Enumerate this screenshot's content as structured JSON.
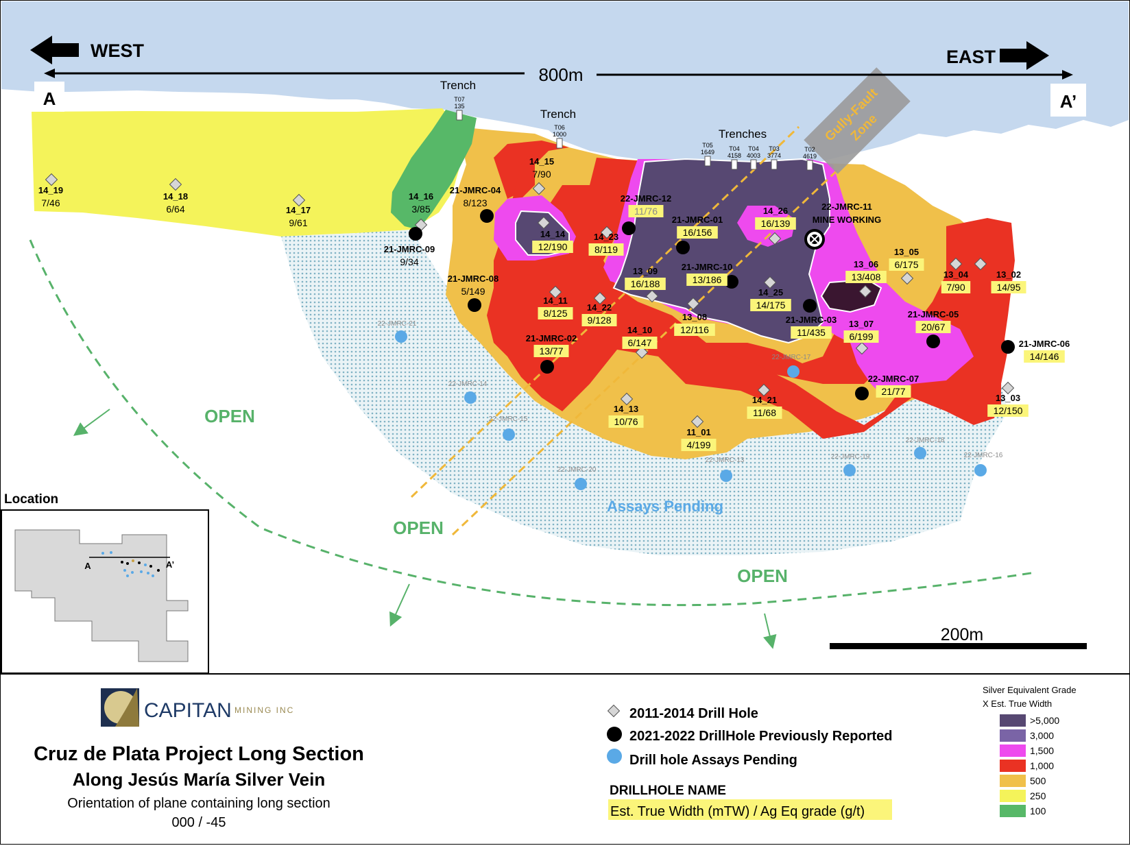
{
  "section": {
    "west_label": "WEST",
    "east_label": "EAST",
    "length_label": "800m",
    "point_a": "A",
    "point_a_prime": "A’",
    "trench_1": "Trench",
    "trench_2": "Trench",
    "trenches": "Trenches",
    "fault_zone_line1": "Gully-Fault",
    "fault_zone_line2": "Zone",
    "mine_working": "MINE WORKING",
    "open_labels": [
      "OPEN",
      "OPEN",
      "OPEN"
    ],
    "assays_pending": "Assays Pending",
    "scale_label": "200m",
    "location_label": "Location",
    "inset_a": "A",
    "inset_a_prime": "A’"
  },
  "trench_markers": [
    {
      "id": "T07",
      "value": "135"
    },
    {
      "id": "T06",
      "value": "1000"
    },
    {
      "id": "T05",
      "value": "1649"
    },
    {
      "id": "T04",
      "value": "4158"
    },
    {
      "id": "T04",
      "value": "4003"
    },
    {
      "id": "T03",
      "value": "3774"
    },
    {
      "id": "T02",
      "value": "4619"
    }
  ],
  "drill_holes_2011_2014": [
    {
      "name": "14_19",
      "value": "7/46"
    },
    {
      "name": "14_18",
      "value": "6/64"
    },
    {
      "name": "14_17",
      "value": "9/61"
    },
    {
      "name": "14_16",
      "value": "3/85"
    },
    {
      "name": "14_15",
      "value": "7/90"
    },
    {
      "name": "14_14",
      "value": "12/190"
    },
    {
      "name": "14_23",
      "value": "8/119"
    },
    {
      "name": "14_26",
      "value": "16/139"
    },
    {
      "name": "13_09",
      "value": "16/188"
    },
    {
      "name": "14_11",
      "value": "8/125"
    },
    {
      "name": "14_22",
      "value": "9/128"
    },
    {
      "name": "14_25",
      "value": "14/175"
    },
    {
      "name": "13_06",
      "value": "13/408"
    },
    {
      "name": "13_05",
      "value": "6/175"
    },
    {
      "name": "13_04",
      "value": "7/90"
    },
    {
      "name": "13_02",
      "value": "14/95"
    },
    {
      "name": "13_08",
      "value": "12/116"
    },
    {
      "name": "14_10",
      "value": "6/147"
    },
    {
      "name": "13_07",
      "value": "6/199"
    },
    {
      "name": "14_13",
      "value": "10/76"
    },
    {
      "name": "11_01",
      "value": "4/199"
    },
    {
      "name": "14_21",
      "value": "11/68"
    },
    {
      "name": "13_03",
      "value": "12/150"
    }
  ],
  "drill_holes_2021_2022": [
    {
      "name": "21-JMRC-09",
      "value": "9/34"
    },
    {
      "name": "21-JMRC-04",
      "value": "8/123"
    },
    {
      "name": "22-JMRC-12",
      "value": "11/76"
    },
    {
      "name": "21-JMRC-01",
      "value": "16/156"
    },
    {
      "name": "22-JMRC-11",
      "value": ""
    },
    {
      "name": "21-JMRC-10",
      "value": "13/186"
    },
    {
      "name": "21-JMRC-08",
      "value": "5/149"
    },
    {
      "name": "21-JMRC-03",
      "value": "11/435"
    },
    {
      "name": "21-JMRC-05",
      "value": "20/67"
    },
    {
      "name": "21-JMRC-02",
      "value": "13/77"
    },
    {
      "name": "21-JMRC-06",
      "value": "14/146"
    },
    {
      "name": "22-JMRC-07",
      "value": "21/77"
    }
  ],
  "drill_holes_pending": [
    "22-JMRC-21",
    "22-JMRC-14",
    "22-JMRC-15",
    "22-JMRC-20",
    "22-JMRC-17",
    "22-JMRC-13",
    "22-JMRC-19",
    "22-JMRC-18",
    "22-JMRC-16"
  ],
  "footer": {
    "logo_word": "CAPITAN",
    "logo_sub": "MINING INC",
    "title": "Cruz de Plata Project Long Section",
    "subtitle": "Along Jesús María Silver Vein",
    "orientation_label": "Orientation of plane containing long section",
    "orientation_value": "000 / -45"
  },
  "legend": {
    "items": [
      {
        "symbol": "diamond",
        "label": "2011-2014 Drill Hole"
      },
      {
        "symbol": "black-dot",
        "label": "2021-2022 DrillHole Previously Reported"
      },
      {
        "symbol": "blue-dot",
        "label": "Drill hole Assays Pending"
      }
    ],
    "drillhole_name_label": "DRILLHOLE NAME",
    "width_grade_label": "Est. True Width (mTW) / Ag Eq grade (g/t)",
    "grade_title_line1": "Silver Equivalent Grade",
    "grade_title_line2": "X Est. True Width",
    "grades": [
      {
        "label": ">5,000",
        "color": "#574872"
      },
      {
        "label": "3,000",
        "color": "#7a64a6"
      },
      {
        "label": "1,500",
        "color": "#ee4aee"
      },
      {
        "label": "1,000",
        "color": "#ea3223"
      },
      {
        "label": "500",
        "color": "#f0c04a"
      },
      {
        "label": "250",
        "color": "#f4f35a"
      },
      {
        "label": "100",
        "color": "#57b868"
      }
    ]
  },
  "colors": {
    "sky": "#c5d8ee",
    "open_green": "#57b26a",
    "fault_orange": "#f0b83a",
    "pending_blue": "#5aa9e6",
    "label_highlight": "#fbf57a"
  }
}
